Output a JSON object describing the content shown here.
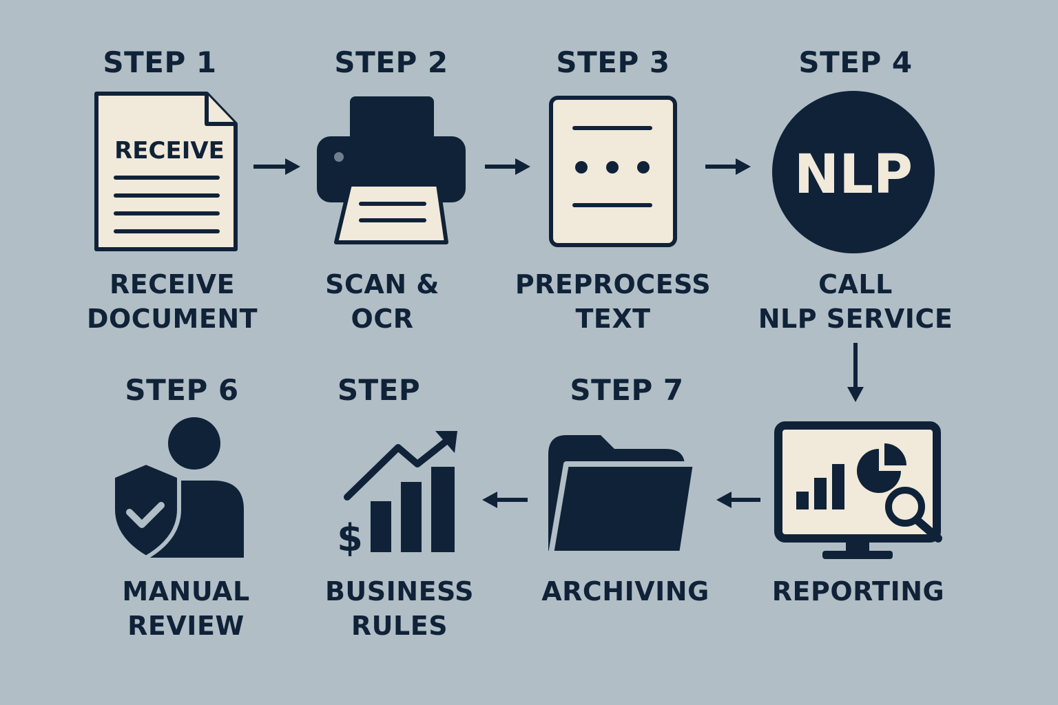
{
  "colors": {
    "background": "#b1bec6",
    "navy": "#0f2238",
    "cream": "#f1e9d9"
  },
  "steps": [
    {
      "heading": "STEP 1",
      "label_lines": [
        "RECEIVE",
        "DOCUMENT"
      ],
      "icon": "document-icon",
      "icon_text": "RECEIVE"
    },
    {
      "heading": "STEP 2",
      "label_lines": [
        "SCAN &",
        "OCR"
      ],
      "icon": "printer-icon"
    },
    {
      "heading": "STEP 3",
      "label_lines": [
        "PREPROCESS",
        "TEXT"
      ],
      "icon": "text-page-icon"
    },
    {
      "heading": "STEP 4",
      "label_lines": [
        "CALL",
        "NLP SERVICE"
      ],
      "icon": "nlp-circle-icon",
      "icon_text": "NLP"
    },
    {
      "heading": "",
      "label_lines": [
        "REPORTING"
      ],
      "icon": "monitor-chart-icon"
    },
    {
      "heading": "STEP 7",
      "label_lines": [
        "ARCHIVING"
      ],
      "icon": "folder-icon"
    },
    {
      "heading": "STEP",
      "label_lines": [
        "BUSINESS",
        "RULES"
      ],
      "icon": "growth-chart-icon",
      "icon_text": "$"
    },
    {
      "heading": "STEP 6",
      "label_lines": [
        "MANUAL",
        "REVIEW"
      ],
      "icon": "person-shield-icon"
    }
  ]
}
